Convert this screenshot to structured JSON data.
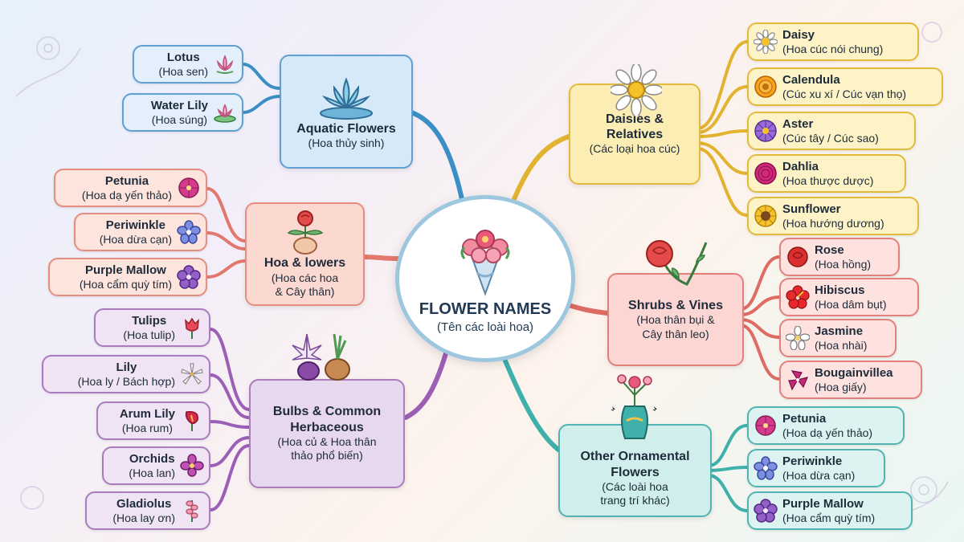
{
  "center": {
    "title": "FLOWER NAMES",
    "subtitle": "(Tên các loài hoa)",
    "icon": "bouquet-icon"
  },
  "categories": {
    "aquatic": {
      "title": "Aquatic Flowers",
      "subtitle": "(Hoa thủy sinh)",
      "color": "#3b8fc4",
      "icon": "lotus-icon",
      "items": [
        {
          "name": "Lotus",
          "viet": "(Hoa sen)",
          "icon": "lotus-icon"
        },
        {
          "name": "Water Lily",
          "viet": "(Hoa súng)",
          "icon": "water-lily-icon"
        }
      ]
    },
    "hoa": {
      "title": "Hoa & lowers",
      "subtitle1": "(Hoa các hoa",
      "subtitle2": "& Cây thân)",
      "color": "#e2786d",
      "icon": "rose-bulb-icon",
      "items": [
        {
          "name": "Petunia",
          "viet": "(Hoa dạ yến thảo)",
          "icon": "petunia-icon"
        },
        {
          "name": "Periwinkle",
          "viet": "(Hoa dừa cạn)",
          "icon": "periwinkle-icon"
        },
        {
          "name": "Purple Mallow",
          "viet": "(Hoa cẩm quỳ tím)",
          "icon": "mallow-icon"
        }
      ]
    },
    "bulbs": {
      "title1": "Bulbs & Common",
      "title2": "Herbaceous",
      "subtitle1": "(Hoa củ & Hoa thân",
      "subtitle2": "thảo phổ biến)",
      "color": "#9b5fb5",
      "icon": "lily-onion-icon",
      "items": [
        {
          "name": "Tulips",
          "viet": "(Hoa tulip)",
          "icon": "tulip-icon"
        },
        {
          "name": "Lily",
          "viet": "(Hoa ly / Bách hợp)",
          "icon": "lily-icon"
        },
        {
          "name": "Arum Lily",
          "viet": "(Hoa rum)",
          "icon": "arum-lily-icon"
        },
        {
          "name": "Orchids",
          "viet": "(Hoa lan)",
          "icon": "orchid-icon"
        },
        {
          "name": "Gladiolus",
          "viet": "(Hoa lay ơn)",
          "icon": "gladiolus-icon"
        }
      ]
    },
    "daisies": {
      "title1": "Daisies &",
      "title2": "Relatives",
      "subtitle": "(Các loại hoa cúc)",
      "color": "#e2b32e",
      "icon": "daisy-icon",
      "items": [
        {
          "name": "Daisy",
          "viet": "(Hoa cúc nói chung)",
          "icon": "daisy-icon"
        },
        {
          "name": "Calendula",
          "viet": "(Cúc xu xí / Cúc vạn thọ)",
          "icon": "calendula-icon"
        },
        {
          "name": "Aster",
          "viet": "(Cúc tây / Cúc sao)",
          "icon": "aster-icon"
        },
        {
          "name": "Dahlia",
          "viet": "(Hoa thược dược)",
          "icon": "dahlia-icon"
        },
        {
          "name": "Sunflower",
          "viet": "(Hoa hướng dương)",
          "icon": "sunflower-icon"
        }
      ]
    },
    "shrubs": {
      "title": "Shrubs & Vines",
      "subtitle1": "(Hoa thân bụi &",
      "subtitle2": "Cây thân leo)",
      "color": "#de6b64",
      "icon": "rose-vine-icon",
      "items": [
        {
          "name": "Rose",
          "viet": "(Hoa hồng)",
          "icon": "rose-icon"
        },
        {
          "name": "Hibiscus",
          "viet": "(Hoa dâm bụt)",
          "icon": "hibiscus-icon"
        },
        {
          "name": "Jasmine",
          "viet": "(Hoa nhài)",
          "icon": "jasmine-icon"
        },
        {
          "name": "Bougainvillea",
          "viet": "(Hoa giấy)",
          "icon": "bougainvillea-icon"
        }
      ]
    },
    "other": {
      "title1": "Other Ornamental",
      "title2": "Flowers",
      "subtitle1": "(Các loài hoa",
      "subtitle2": "trang trí khác)",
      "color": "#3fb0aa",
      "icon": "vase-icon",
      "items": [
        {
          "name": "Petunia",
          "viet": "(Hoa dạ yến thảo)",
          "icon": "petunia-icon"
        },
        {
          "name": "Periwinkle",
          "viet": "(Hoa dừa cạn)",
          "icon": "periwinkle-icon"
        },
        {
          "name": "Purple Mallow",
          "viet": "(Hoa cẩm quỳ tím)",
          "icon": "mallow-icon"
        }
      ]
    }
  }
}
